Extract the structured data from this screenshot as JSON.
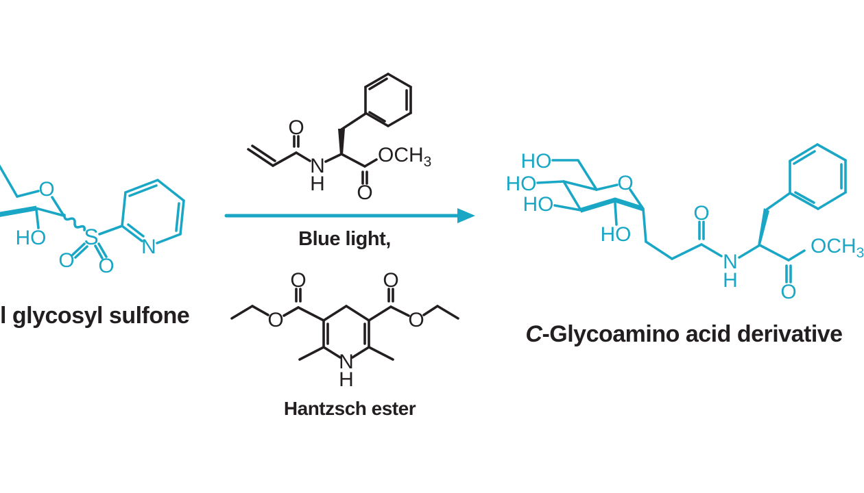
{
  "palette": {
    "accent_cyan": "#1aa7c5",
    "ink": "#231f20",
    "background": "#ffffff"
  },
  "reactant": {
    "label": "l glycosyl sulfone",
    "atoms": {
      "ring_o": "O",
      "hydroxyl": "HO",
      "sulfur": "S",
      "sulfonyl_o_left": "O",
      "sulfonyl_o_right": "O",
      "pyridine_n": "N"
    }
  },
  "acrylamide": {
    "atoms": {
      "carbonyl_o": "O",
      "amide_n": "N",
      "amide_h": "H",
      "ester_carbonyl_o": "O",
      "methoxy": "OCH",
      "methoxy_sub": "3"
    }
  },
  "reaction": {
    "conditions": "Blue light,"
  },
  "hantzsch": {
    "label": "Hantzsch ester",
    "atoms": {
      "left_carbonyl_o": "O",
      "right_carbonyl_o": "O",
      "left_ester_o": "O",
      "right_ester_o": "O",
      "ring_n": "N",
      "ring_nh": "H"
    }
  },
  "product": {
    "label_prefix": "C",
    "label_rest": "-Glycoamino acid derivative",
    "atoms": {
      "c6_ho": "HO",
      "c4_ho": "HO",
      "c3_ho": "HO",
      "c2_ho": "HO",
      "ring_o": "O",
      "amide_o": "O",
      "amide_n": "N",
      "amide_h": "H",
      "ester_o": "O",
      "methoxy": "OCH",
      "methoxy_sub": "3"
    }
  }
}
